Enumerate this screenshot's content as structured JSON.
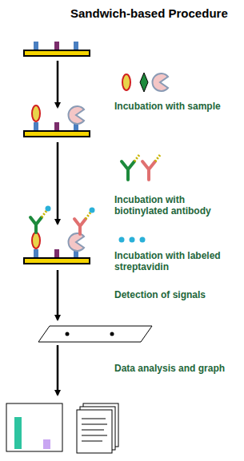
{
  "diagram": {
    "title": "Sandwich-based Procedure",
    "labels": [
      "Incubation with sample",
      "Incubation with biotinylated antibody",
      "Incubation with labeled streptavidin",
      "Detection of signals",
      "Data analysis and graph"
    ]
  }
}
